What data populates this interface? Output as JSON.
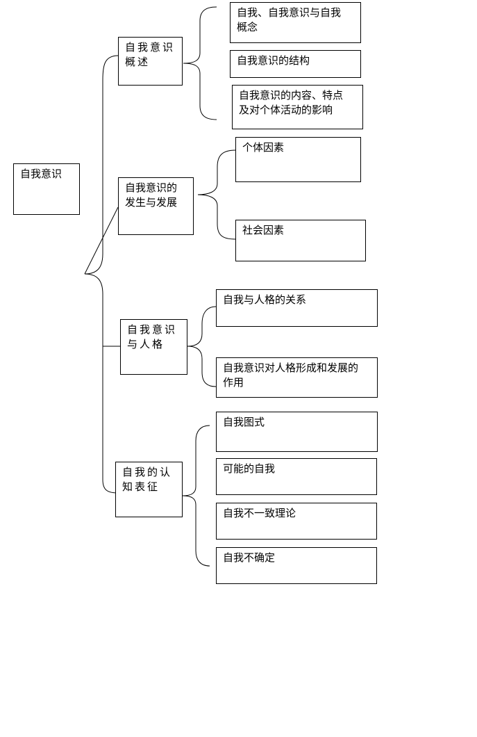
{
  "root": {
    "label": "自我意识"
  },
  "branches": [
    {
      "label": "自我意识\n概述",
      "children": [
        {
          "label": "自我、自我意识与自我\n概念"
        },
        {
          "label": "自我意识的结构"
        },
        {
          "label": "自我意识的内容、特点\n及对个体活动的影响"
        }
      ]
    },
    {
      "label": "自我意识的\n发生与发展",
      "children": [
        {
          "label": "个体因素"
        },
        {
          "label": "社会因素"
        }
      ]
    },
    {
      "label": "自我意识\n与人格",
      "children": [
        {
          "label": "自我与人格的关系"
        },
        {
          "label": "自我意识对人格形成和发展的\n作用"
        }
      ]
    },
    {
      "label": "自我的认\n知表征",
      "children": [
        {
          "label": "自我图式"
        },
        {
          "label": "可能的自我"
        },
        {
          "label": "自我不一致理论"
        },
        {
          "label": "自我不确定"
        }
      ]
    }
  ],
  "colors": {
    "line": "#000000",
    "box_border": "#000000",
    "background": "#ffffff"
  }
}
